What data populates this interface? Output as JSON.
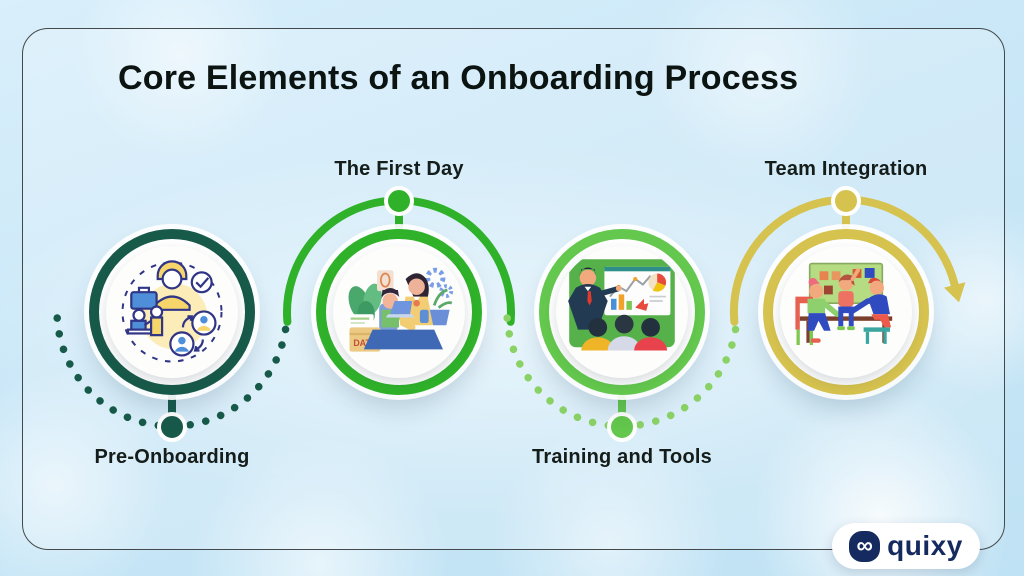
{
  "title": "Core Elements of an Onboarding Process",
  "stages": [
    {
      "label": "Pre-Onboarding",
      "color": "#185a4a",
      "dots_color": "#185a4a",
      "label_position": "below",
      "illustration": "outline-drawing-of-new-hire-paperwork-briefcase-approval-check-and-people-swap"
    },
    {
      "label": "The First Day",
      "color": "#2fb22a",
      "dots_color": "#2fb22a",
      "label_position": "above",
      "illustration": "mentor-welcoming-new-employee-at-laptop-desk-with-data-box-plants-and-gears",
      "box_text": "DATA"
    },
    {
      "label": "Training and Tools",
      "color": "#63c84d",
      "dots_color": "#8ad266",
      "label_position": "below",
      "illustration": "trainer-presenting-charts-on-whiteboard-to-three-seated-listeners"
    },
    {
      "label": "Team Integration",
      "color": "#d6c24e",
      "dots_color": "#d6c24e",
      "label_position": "above",
      "illustration": "three-teammates-collaborating-around-table-in-front-of-green-pin-board"
    }
  ],
  "flow": {
    "direction": "left-to-right",
    "end_marker": "down-arrow"
  },
  "brand": {
    "name": "quixy",
    "logo_icon": "infinity-icon",
    "logo_glyph": "∞",
    "color": "#152a5e"
  }
}
